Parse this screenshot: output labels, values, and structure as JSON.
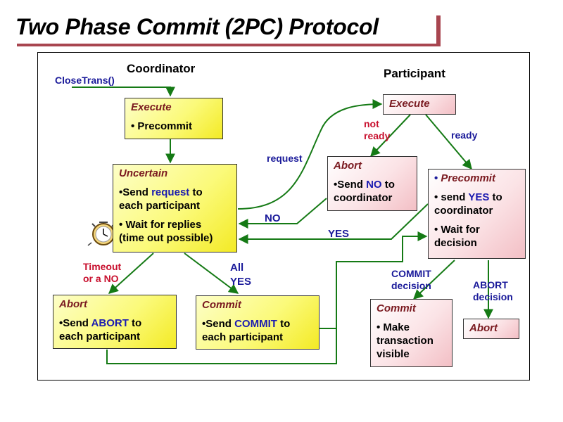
{
  "title": "Two Phase Commit (2PC) Protocol",
  "headings": {
    "coordinator": "Coordinator",
    "participant": "Participant"
  },
  "coordinator": {
    "start_label": "CloseTrans()",
    "execute": {
      "title": "Execute",
      "line1": "• Precommit"
    },
    "uncertain": {
      "title": "Uncertain",
      "line1_a": "•Send ",
      "line1_kw": "request",
      "line1_b": " to",
      "line1_c": "each participant",
      "line2_a": "• Wait for replies",
      "line2_b": "(time out possible)"
    },
    "abort": {
      "title": "Abort",
      "l_a": "•Send ",
      "l_kw": "ABORT",
      "l_b": " to",
      "l_c": "each participant"
    },
    "commit": {
      "title": "Commit",
      "l_a": "•Send ",
      "l_kw": "COMMIT",
      "l_b": " to",
      "l_c": "each participant"
    }
  },
  "participant": {
    "execute": {
      "title": "Execute"
    },
    "abort": {
      "title": "Abort",
      "l_a": "•Send ",
      "l_kw": "NO",
      "l_b": " to",
      "l_c": "coordinator"
    },
    "precommit": {
      "title": "Precommit",
      "l1_a": "• send ",
      "l1_kw": "YES",
      "l1_b": " to",
      "l1_c": "coordinator",
      "l2_a": "• Wait for",
      "l2_b": "decision"
    },
    "commit": {
      "title": "Commit",
      "l_a": "• Make",
      "l_b": "transaction",
      "l_c": "visible"
    },
    "abort2": {
      "title": "Abort"
    }
  },
  "edge_labels": {
    "request": "request",
    "not_ready_1": "not",
    "not_ready_2": "ready",
    "ready": "ready",
    "no": "NO",
    "yes": "YES",
    "timeout_1": "Timeout",
    "timeout_2": "or a NO",
    "all_yes_1": "All",
    "all_yes_2": "YES",
    "commit_dec_1": "COMMIT",
    "commit_dec_2": "decision",
    "abort_dec_1": "ABORT",
    "abort_dec_2": "decision"
  },
  "colors": {
    "arrow": "#157a15",
    "accent": "#a8454f",
    "keyword": "#1b1bb0",
    "label_red": "#c8102e"
  },
  "icons": {
    "timer": "stopwatch-icon"
  }
}
